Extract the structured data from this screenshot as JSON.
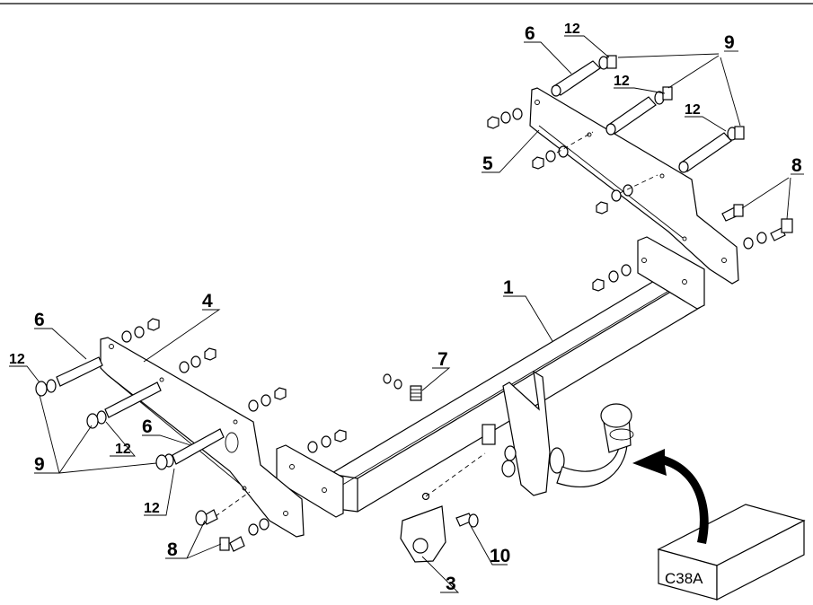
{
  "callouts": {
    "c1": "1",
    "c3": "3",
    "c4": "4",
    "c5": "5",
    "c6_top": "6",
    "c6_left": "6",
    "c6_mid": "6",
    "c7": "7",
    "c8_right": "8",
    "c8_left": "8",
    "c9_top": "9",
    "c9_left": "9",
    "c10": "10",
    "c12_a": "12",
    "c12_b": "12",
    "c12_c": "12",
    "c12_d": "12",
    "c12_e": "12",
    "c12_f": "12"
  },
  "kit_box": {
    "label": "C38A"
  },
  "icons": [
    "rotate-arrow-icon"
  ]
}
